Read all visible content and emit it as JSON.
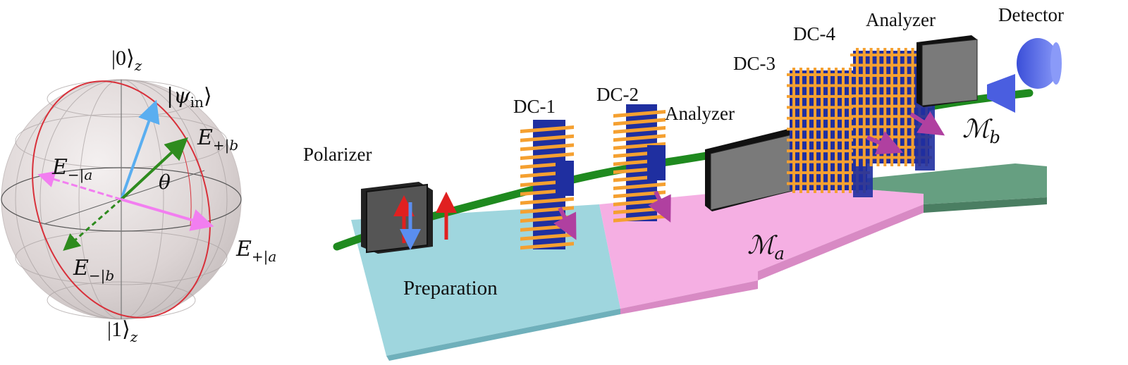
{
  "bloch": {
    "north_label": "|0⟩",
    "north_sub": "z",
    "south_label": "|1⟩",
    "south_sub": "z",
    "psi_label": "|ψ",
    "psi_sub": "in",
    "psi_close": "⟩",
    "e_plus_b": "E",
    "e_plus_b_sub": "+|b",
    "e_minus_a": "E",
    "e_minus_a_sub": "−|a",
    "e_plus_a": "E",
    "e_plus_a_sub": "+|a",
    "e_minus_b": "E",
    "e_minus_b_sub": "−|b",
    "theta": "θ",
    "colors": {
      "psi": "#5aaef0",
      "b_axis": "#2e8b1e",
      "a_axis": "#f27ef0",
      "great_circle": "#d8303a",
      "sphere": "#e2dcdc"
    }
  },
  "setup": {
    "labels": {
      "polarizer": "Polarizer",
      "dc1": "DC-1",
      "dc2": "DC-2",
      "analyzer_a": "Analyzer",
      "dc3": "DC-3",
      "dc4": "DC-4",
      "analyzer_b": "Analyzer",
      "detector": "Detector",
      "preparation": "Preparation",
      "ma": "ℳ",
      "ma_sub": "a",
      "mb": "ℳ",
      "mb_sub": "b"
    },
    "colors": {
      "preparation_stage": "#8ecfd8",
      "ma_stage": "#f4a6e0",
      "mb_stage": "#5e9a7a",
      "beam": "#1f8a1f",
      "coil": "#f5a030",
      "core": "#1f2fa0",
      "detector": "#5a6ef0",
      "optic": "#7a7a7a",
      "spin_arrow": "#b040a0"
    }
  }
}
